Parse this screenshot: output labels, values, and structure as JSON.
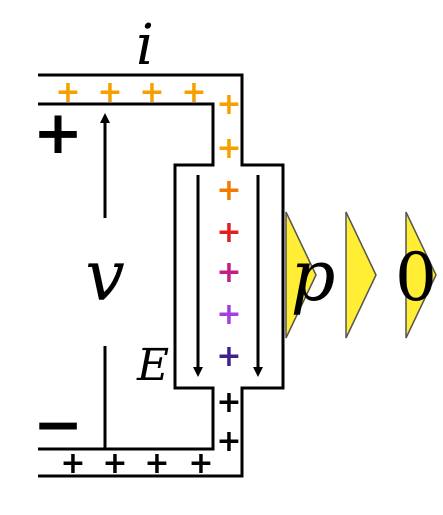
{
  "labels": {
    "current": "i",
    "voltage": "v",
    "field": "E",
    "power": "p",
    "zero": "0",
    "positive_terminal": "+",
    "negative_terminal": "−",
    "charge_symbol": "+"
  },
  "colors": {
    "wire": "#000000",
    "power_arrow_fill": "#ffee33",
    "power_arrow_stroke": "#555555",
    "charge_gradient": [
      "#f5a000",
      "#f5a000",
      "#f5a000",
      "#f5a000",
      "#f5a000",
      "#f5a000",
      "#f27a00",
      "#e02020",
      "#c02080",
      "#a040e0",
      "#40208a",
      "#000000",
      "#000000",
      "#000000",
      "#000000",
      "#000000",
      "#000000"
    ]
  },
  "icons": {
    "field_arrow": "down-arrow-icon",
    "voltage_arrow": "up-arrow-icon",
    "power_arrow": "triangle-right-icon"
  }
}
